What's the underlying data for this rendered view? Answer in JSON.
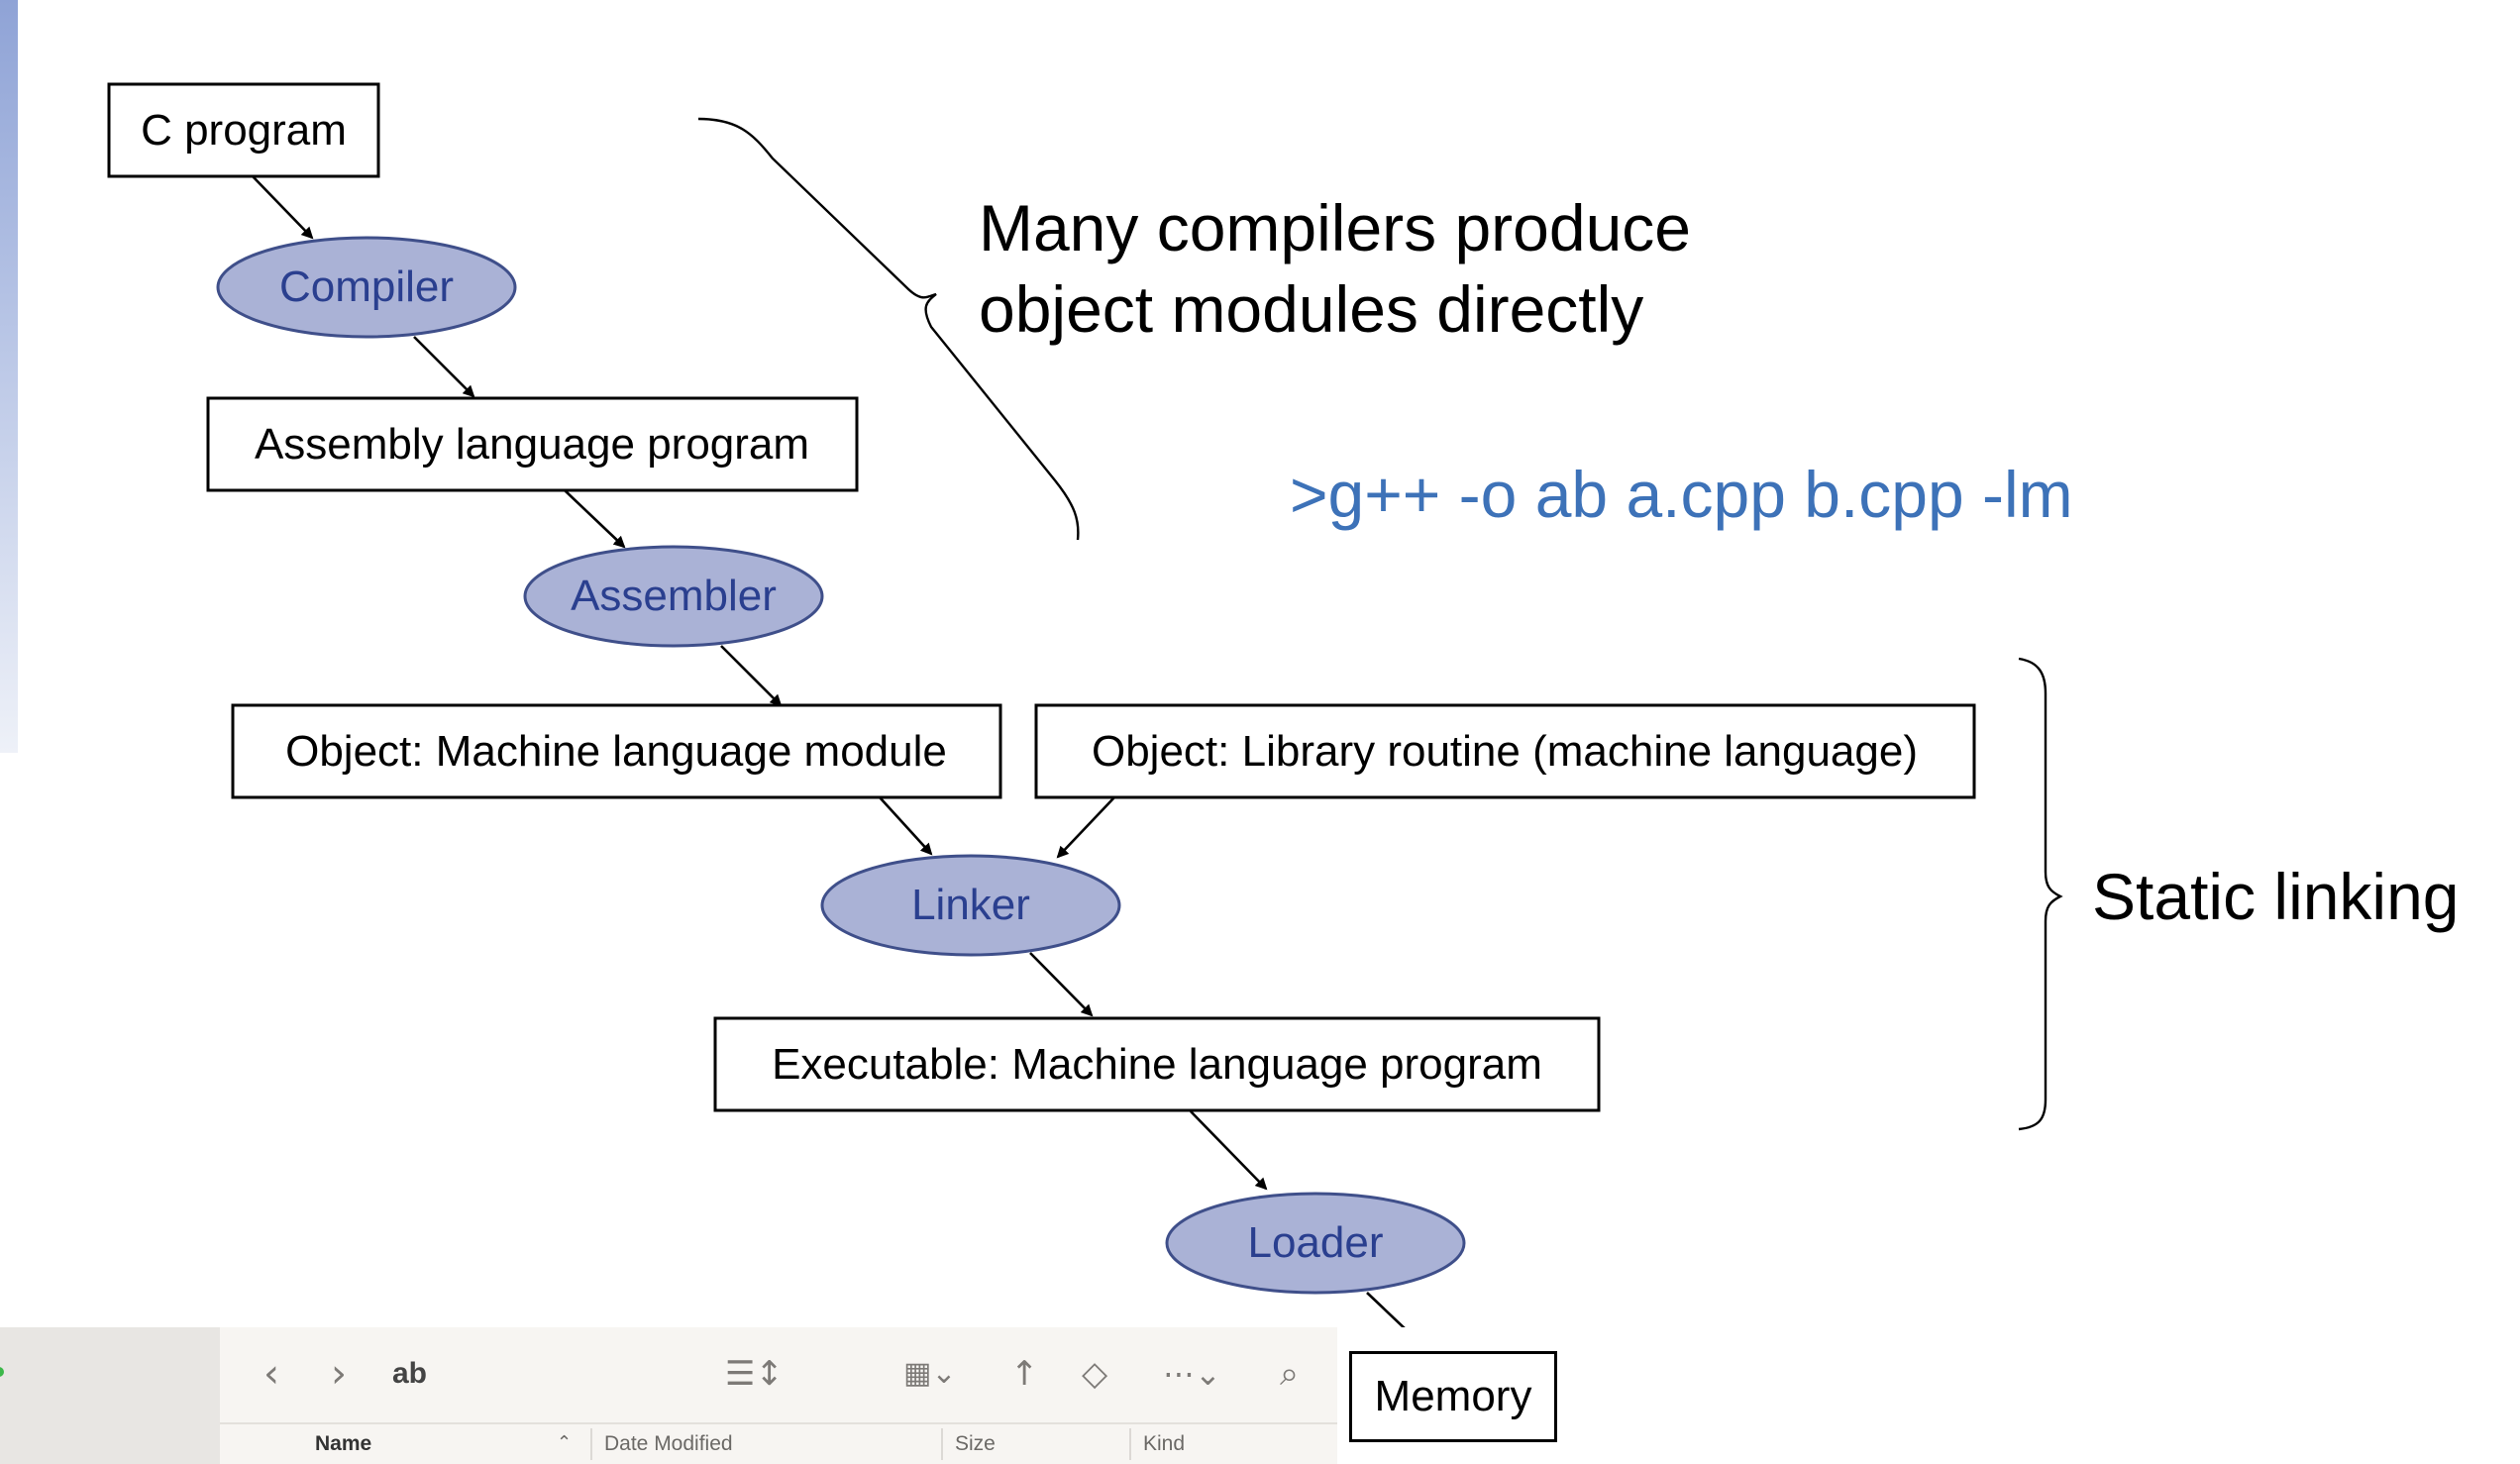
{
  "diagram": {
    "nodes": {
      "c_program": "C program",
      "compiler": "Compiler",
      "assembly": "Assembly language program",
      "assembler": "Assembler",
      "object_module": "Object: Machine language module",
      "library_routine": "Object: Library routine (machine language)",
      "linker": "Linker",
      "executable": "Executable: Machine language program",
      "loader": "Loader",
      "memory": "Memory"
    },
    "notes": {
      "compilers_line1": "Many compilers produce",
      "compilers_line2": "object modules directly",
      "command": ">g++ -o ab a.cpp b.cpp -lm",
      "static_linking": "Static linking"
    },
    "colors": {
      "oval_fill": "#aab2d6",
      "oval_text": "#2a3f8f",
      "command_text": "#3d72b8"
    }
  },
  "finder": {
    "folder_name": "ab",
    "columns": {
      "name": "Name",
      "date_modified": "Date Modified",
      "size": "Size",
      "kind": "Kind"
    },
    "icons": [
      "back-icon",
      "forward-icon",
      "list-view-icon",
      "grid-view-icon",
      "share-icon",
      "tag-icon",
      "more-icon",
      "search-icon"
    ]
  }
}
